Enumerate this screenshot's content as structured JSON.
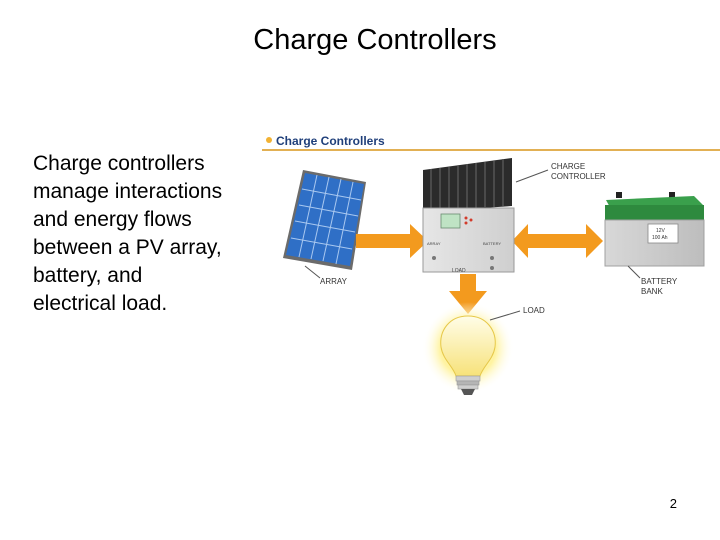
{
  "slide": {
    "title": "Charge Controllers",
    "body_lines": [
      "Charge controllers",
      "manage interactions",
      "and energy flows",
      "between a PV array,",
      "battery, and",
      "electrical load."
    ],
    "page_number": "2"
  },
  "figure": {
    "header": "Charge Controllers",
    "labels": {
      "controller_line1": "CHARGE",
      "controller_line2": "CONTROLLER",
      "array": "ARRAY",
      "battery_line1": "BATTERY",
      "battery_line2": "BANK",
      "load": "LOAD",
      "battery_spec_line1": "12V",
      "battery_spec_line2": "100 Ah",
      "controller_terminal_left": "ARRAY",
      "controller_terminal_right": "BATTERY",
      "controller_terminal_bottom": "LOAD"
    },
    "colors": {
      "arrow": "#f39a1e",
      "header_text": "#1f3f7a",
      "header_rule": "#d9961a",
      "panel_cell": "#2f6fc6",
      "battery_top": "#2e8a3e",
      "controller_heatsink": "#2b2b2b",
      "bulb_glow": "#fff3a0"
    }
  }
}
